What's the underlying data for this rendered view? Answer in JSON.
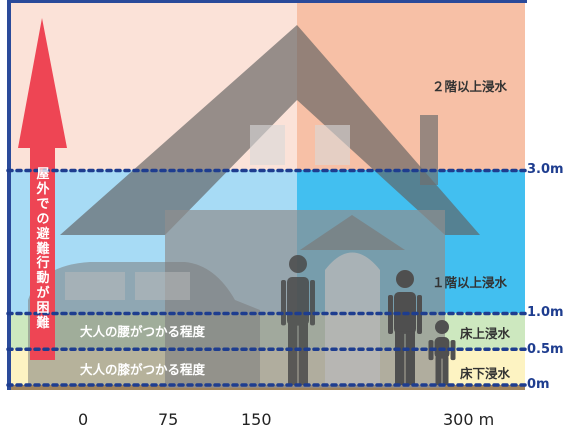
{
  "colors": {
    "pink_left": "#fbe2d8",
    "pink_right": "#f7c0a6",
    "blue_light": "#a7dbf5",
    "blue_dark": "#42bff0",
    "green": "#cde8bf",
    "yellow": "#fdf3c2",
    "level_line": "#1e3d8f",
    "arrow": "#ee4554"
  },
  "levels": [
    {
      "label": "3.0m",
      "value": 3.0
    },
    {
      "label": "1.0m",
      "value": 1.0
    },
    {
      "label": "0.5m",
      "value": 0.5
    },
    {
      "label": "0m",
      "value": 0
    }
  ],
  "bands": {
    "floor2": "２階以上浸水",
    "floor1": "１階以上浸水",
    "above_floor": "床上浸水",
    "below_floor": "床下浸水"
  },
  "zones": {
    "waist": "大人の腰がつかる程度",
    "knee": "大人の膝がつかる程度"
  },
  "arrow_text": "屋外での避難行動が困難",
  "axis_ticks": [
    "0",
    "75",
    "150",
    "300 m"
  ],
  "icons": [
    "house-icon",
    "car-icon",
    "adult-silhouette-icon",
    "child-silhouette-icon",
    "up-arrow-icon"
  ]
}
